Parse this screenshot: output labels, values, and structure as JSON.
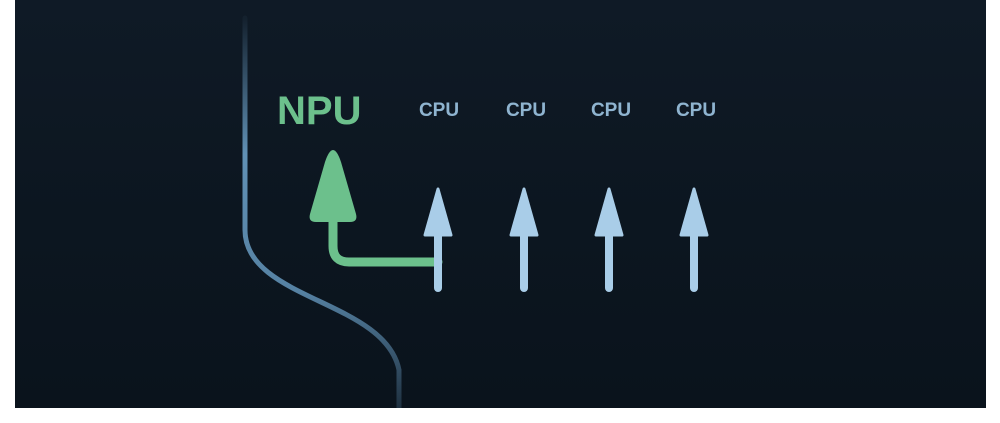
{
  "diagram": {
    "npu": {
      "label": "NPU",
      "color": "#6cc08c"
    },
    "cpu_lanes": [
      {
        "label": "CPU"
      },
      {
        "label": "CPU"
      },
      {
        "label": "CPU"
      },
      {
        "label": "CPU"
      }
    ],
    "colors": {
      "background": "#0c1620",
      "lane_edge": "#6fa6cf",
      "arrow": "#a9cde8",
      "cpu_text": "#8fb4d0"
    }
  }
}
